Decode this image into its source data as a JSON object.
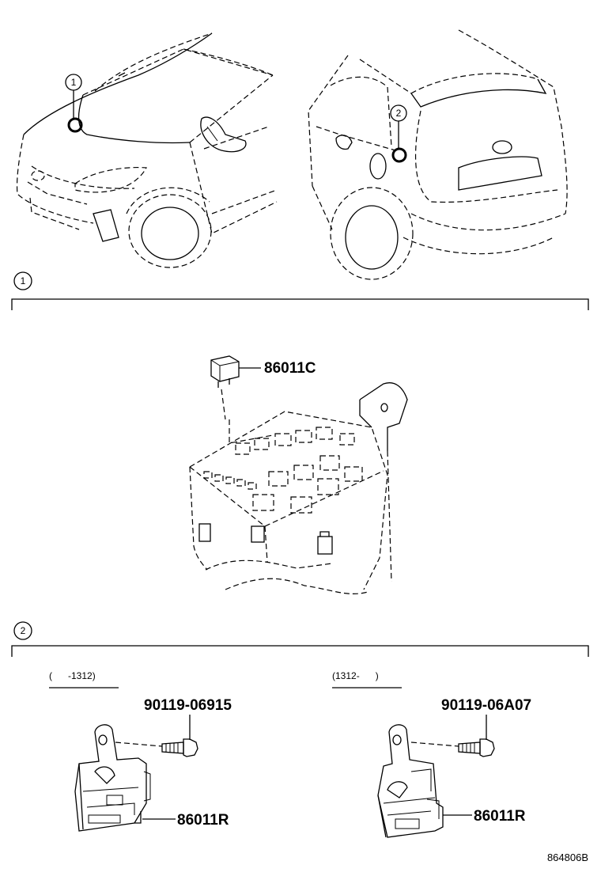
{
  "callouts": {
    "front_marker": "1",
    "rear_marker": "2",
    "section1_marker": "1",
    "section2_marker": "2"
  },
  "section1": {
    "relay_part": "86011C"
  },
  "section2": {
    "left": {
      "period": "(      -1312)",
      "bolt_part": "90119-06915",
      "sensor_part": "86011R"
    },
    "right": {
      "period": "(1312-      )",
      "bolt_part": "90119-06A07",
      "sensor_part": "86011R"
    }
  },
  "drawing_code": "864806B"
}
